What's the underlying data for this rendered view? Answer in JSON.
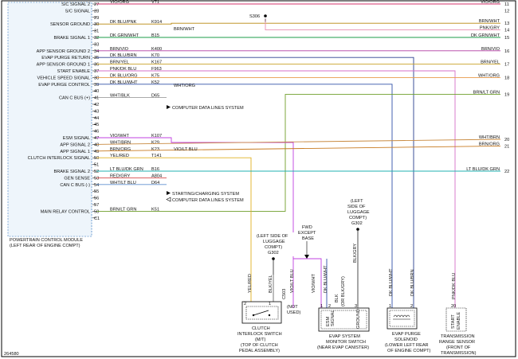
{
  "diagram_id": "264580",
  "pcm": {
    "title_line1": "POWERTRAIN CONTROL MODULE",
    "title_line2": "(LEFT REAR OF ENGINE COMPT)"
  },
  "splice": "S306",
  "pins": [
    {
      "pin": "27",
      "label": "S/C SIGNAL 2",
      "wire": "VIO/ORG",
      "circuit": "V71"
    },
    {
      "pin": "28",
      "label": "S/C SIGNAL",
      "wire": "",
      "circuit": ""
    },
    {
      "pin": "29",
      "label": "",
      "wire": "",
      "circuit": ""
    },
    {
      "pin": "30",
      "label": "SENSOR GROUND",
      "wire": "DK BLU/PNK",
      "circuit": "K914"
    },
    {
      "pin": "31",
      "label": "",
      "wire": "",
      "circuit": ""
    },
    {
      "pin": "32",
      "label": "BRAKE SIGNAL 1",
      "wire": "DK GRN/WHT",
      "circuit": "B15"
    },
    {
      "pin": "33",
      "label": "",
      "wire": "",
      "circuit": ""
    },
    {
      "pin": "34",
      "label": "APP SENSOR GROUND 2",
      "wire": "BRN/VIO",
      "circuit": "K400"
    },
    {
      "pin": "35",
      "label": "EVAP PURGE RETURN",
      "wire": "DK BLU/BRN",
      "circuit": "K70"
    },
    {
      "pin": "36",
      "label": "APP SENSOR GROUND 1",
      "wire": "BRN/YEL",
      "circuit": "K167"
    },
    {
      "pin": "37",
      "label": "START ENABLE",
      "wire": "PNK/DK BLU",
      "circuit": "F963"
    },
    {
      "pin": "38",
      "label": "VEHICLE SPEED SIGNAL",
      "wire": "DK BLU/ORG",
      "circuit": "K75"
    },
    {
      "pin": "39",
      "label": "EVAP PURGE CONTROL",
      "wire": "DK BLU/WHT",
      "circuit": "K52"
    },
    {
      "pin": "40",
      "label": "",
      "wire": "",
      "circuit": ""
    },
    {
      "pin": "41",
      "label": "CAN C BUS (+)",
      "wire": "WHT/BLK",
      "circuit": "D65"
    },
    {
      "pin": "42",
      "label": "",
      "wire": "",
      "circuit": ""
    },
    {
      "pin": "43",
      "label": "",
      "wire": "",
      "circuit": ""
    },
    {
      "pin": "44",
      "label": "",
      "wire": "",
      "circuit": ""
    },
    {
      "pin": "45",
      "label": "",
      "wire": "",
      "circuit": ""
    },
    {
      "pin": "46",
      "label": "",
      "wire": "",
      "circuit": ""
    },
    {
      "pin": "47",
      "label": "ESM SIGNAL",
      "wire": "VIO/WHT",
      "circuit": "K107"
    },
    {
      "pin": "48",
      "label": "APP SIGNAL 2",
      "wire": "WHT/BRN",
      "circuit": "K29"
    },
    {
      "pin": "49",
      "label": "APP SIGNAL 1",
      "wire": "BRN/ORG",
      "circuit": "K23"
    },
    {
      "pin": "50",
      "label": "CLUTCH INTERLOCK SIGNAL",
      "wire": "YEL/RED",
      "circuit": "T141"
    },
    {
      "pin": "51",
      "label": "",
      "wire": "",
      "circuit": ""
    },
    {
      "pin": "52",
      "label": "BRAKE SIGNAL 2",
      "wire": "LT BLU/DK GRN",
      "circuit": "B16"
    },
    {
      "pin": "53",
      "label": "GEN SENSE",
      "wire": "RED/GRY",
      "circuit": "A804"
    },
    {
      "pin": "54",
      "label": "CAN C BUS (-)",
      "wire": "WHT/LT BLU",
      "circuit": "D64"
    },
    {
      "pin": "55",
      "label": "",
      "wire": "",
      "circuit": ""
    },
    {
      "pin": "56",
      "label": "",
      "wire": "",
      "circuit": ""
    },
    {
      "pin": "57",
      "label": "",
      "wire": "",
      "circuit": ""
    },
    {
      "pin": "58",
      "label": "MAIN RELAY CONTROL",
      "wire": "BRN/LT GRN",
      "circuit": "K51"
    },
    {
      "pin": "C1",
      "label": "",
      "wire": "",
      "circuit": ""
    }
  ],
  "right_pins": [
    {
      "pin": "11",
      "wire": "VIO/ORG"
    },
    {
      "pin": "12",
      "wire": ""
    },
    {
      "pin": "13",
      "wire": "BRN/WHT"
    },
    {
      "pin": "14",
      "wire": "PNK/GRY"
    },
    {
      "pin": "15",
      "wire": "DK GRN/WHT"
    },
    {
      "pin": "16",
      "wire": "BRN/VIO"
    },
    {
      "pin": "17",
      "wire": "BRN/YEL"
    },
    {
      "pin": "18",
      "wire": "WHT/ORG"
    },
    {
      "pin": "19",
      "wire": "BRN/LT GRN"
    },
    {
      "pin": "20",
      "wire": "WHT/BRN"
    },
    {
      "pin": "21",
      "wire": "BRN/ORG"
    },
    {
      "pin": "22",
      "wire": "LT BLU/DK GRN"
    }
  ],
  "mid_wires": {
    "w30": "BRN/WHT",
    "w38": "WHT/ORG",
    "w47": "VIO/LT BLU"
  },
  "refs": {
    "r41": "COMPUTER DATA LINES SYSTEM",
    "r53": "STARTING/CHARGING SYSTEM",
    "r54": "COMPUTER DATA LINES SYSTEM"
  },
  "fwd_note": [
    "FWD",
    "EXCEPT",
    "BASE"
  ],
  "ground_left": [
    "(LEFT SIDE OF",
    "LUGGAGE",
    "COMPT)",
    "G302"
  ],
  "ground_right": [
    "(LEFT",
    "SIDE OF",
    "LUGGAGE",
    "COMPT)",
    "G302"
  ],
  "vertical_wires": {
    "v_yel_red": "YEL/RED",
    "v_blk_yel": "BLK/YEL",
    "v_vio_lt_blu": "VIO/LT BLU",
    "v_vio_wht": "VIO/WHT",
    "v_blk_esm": "BLK",
    "v_blk_esm_alt": "(OR BLK/GRY)",
    "v_blk_gry": "BLK/GRY",
    "v_dk_blu_wht": "DK BLU/WHT",
    "v_dk_blu_brn": "DK BLU/BRN",
    "v_pnk_dk_blu": "PNK/DK BLU",
    "v_c503": "C503",
    "v_not_used": [
      "(NOT",
      "USED)"
    ]
  },
  "components": {
    "clutch": [
      "CLUTCH",
      "INTERLOCK SWITCH",
      "(M/T)",
      "(TOP OF CLUTCH",
      "PEDAL ASSEMBLY)"
    ],
    "evap_monitor": [
      "EVAP SYSTEM",
      "MONITOR SWITCH",
      "(NEAR EVAP CANISTER)"
    ],
    "evap_monitor_pins": {
      "esm": "ESM",
      "signal": "SIGNAL",
      "ground": "GROUND"
    },
    "purge": [
      "EVAP PURGE",
      "SOLENOID",
      "(LOWER LEFT REAR",
      "OF ENGINE COMPT)"
    ],
    "trs": [
      "TRANSMISSION",
      "RANGE SENSOR",
      "(FRONT OF",
      "TRANSMISSION)"
    ],
    "trs_pins": {
      "start": "START",
      "enable": "ENABLE"
    },
    "pin_nums": {
      "clutch_a": "2",
      "clutch_b": "1",
      "esm_1": "1",
      "esm_2": "2",
      "esm_3": "3",
      "purge_1": "1",
      "purge_2": "2",
      "trs_a": "20"
    }
  },
  "colors": {
    "vio_org": "#d6336c",
    "brn_wht": "#b8860b",
    "pnk_gry": "#e88fb0",
    "dk_grn_wht": "#1e9e4a",
    "brn_vio": "#b03aa0",
    "dk_blu_brn": "#2a3f8f",
    "brn_yel": "#c9a227",
    "pnk_dk_blu": "#d46fc8",
    "wht_org": "#e89a4a",
    "dk_blu_wht": "#3050a8",
    "brn_lt_grn": "#6f9e2a",
    "vio_lt_blu": "#c040e0",
    "wht_brn": "#c88a40",
    "brn_org": "#c87a20",
    "yel_red": "#e0b020",
    "lt_blu_dk_grn": "#20b0b0",
    "red_gry": "#d03030",
    "wht_lt_blu": "#6090d0",
    "blk": "#222222"
  }
}
